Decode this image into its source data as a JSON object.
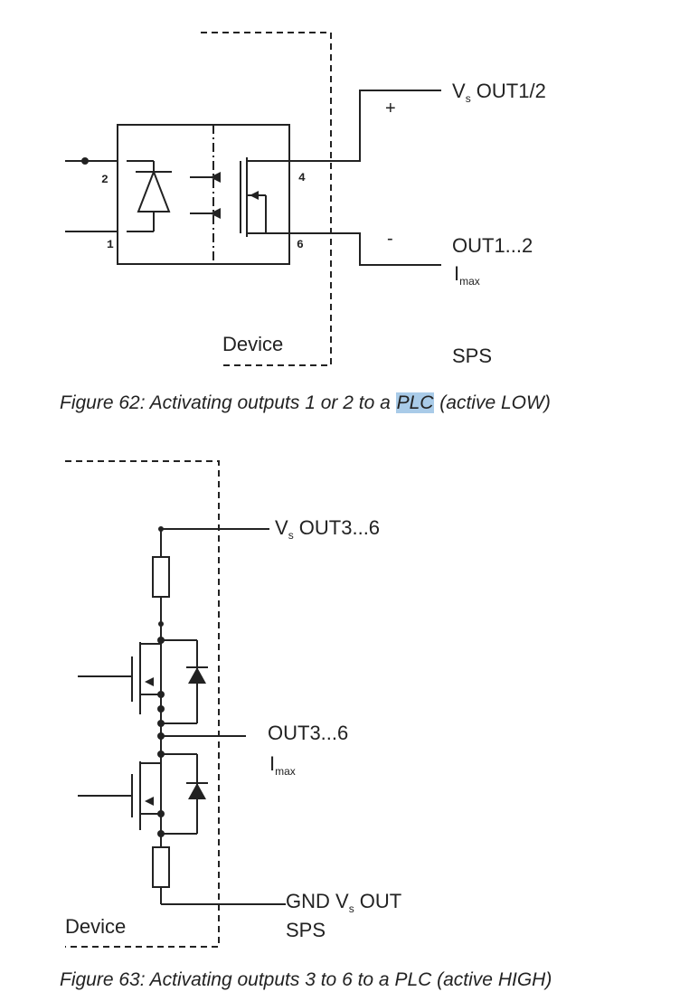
{
  "figure62": {
    "vs_out_label_v": "V",
    "vs_out_label_s": "s",
    "vs_out_label_rest": " OUT1/2",
    "plus_sign": "+",
    "minus_sign": "-",
    "out_label": "OUT1...2",
    "imax_i": "I",
    "imax_sub": "max",
    "device_label": "Device",
    "sps_label": "SPS",
    "pins": [
      "2",
      "1",
      "4",
      "6"
    ],
    "caption_before": "Figure 62: Activating outputs 1 or 2 to a ",
    "caption_highlight": "PLC",
    "caption_after": " (active LOW)",
    "highlight_color": "#a9cbe8"
  },
  "figure63": {
    "vs_out_label_v": "V",
    "vs_out_label_s": "s",
    "vs_out_label_rest": " OUT3...6",
    "out_label": "OUT3...6",
    "imax_i": "I",
    "imax_sub": "max",
    "gnd_label_pre": "GND V",
    "gnd_label_s": "s",
    "gnd_label_rest": " OUT",
    "sps_label": "SPS",
    "device_label": "Device",
    "caption": "Figure 63: Activating outputs 3 to 6 to a PLC (active HIGH)"
  }
}
